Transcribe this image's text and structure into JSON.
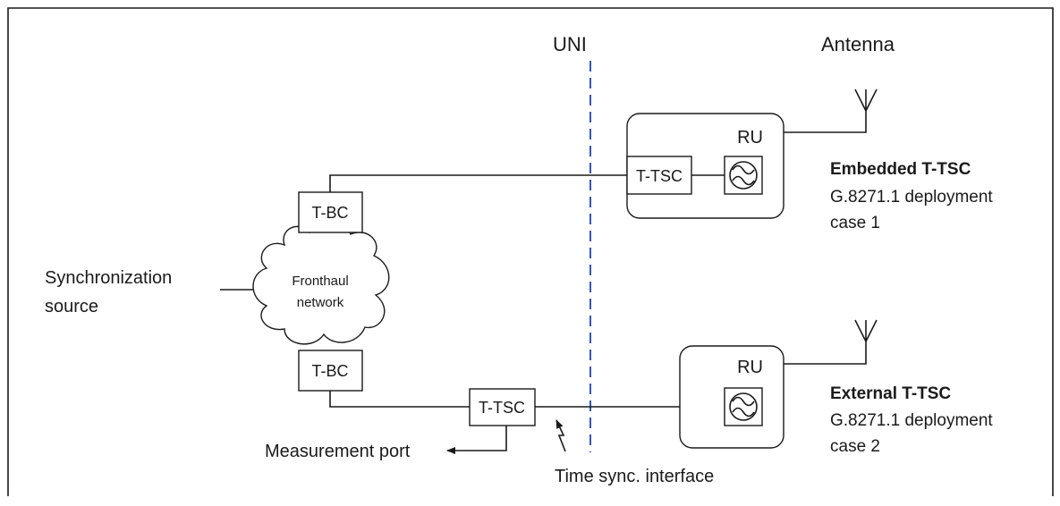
{
  "labels": {
    "uni": "UNI",
    "antenna": "Antenna",
    "synchronization_source_line1": "Synchronization",
    "synchronization_source_line2": "source",
    "fronthaul_line1": "Fronthaul",
    "fronthaul_line2": "network",
    "tbc_top": "T-BC",
    "tbc_bottom": "T-BC",
    "ttsc_embedded": "T-TSC",
    "ttsc_external": "T-TSC",
    "ru_top": "RU",
    "ru_bottom": "RU",
    "embedded_title": "Embedded T-TSC",
    "embedded_line2": "G.8271.1 deployment",
    "embedded_line3": "case 1",
    "external_title": "External T-TSC",
    "external_line2": "G.8271.1 deployment",
    "external_line3": "case 2",
    "measurement_port": "Measurement port",
    "time_sync_interface": "Time sync. interface"
  },
  "colors": {
    "line": "#1a1a1a",
    "uni_dashed": "#3355bb"
  }
}
